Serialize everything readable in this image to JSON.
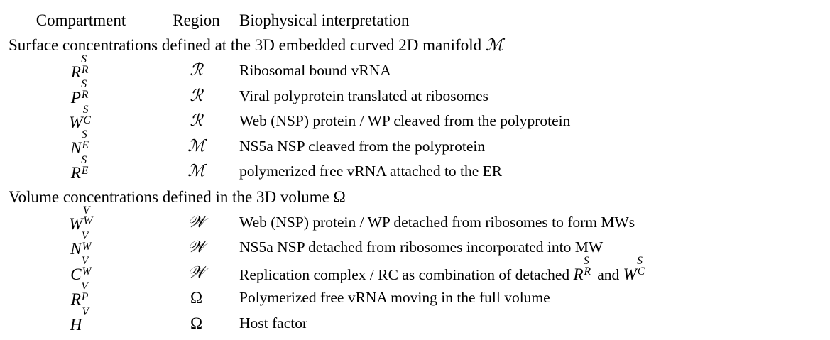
{
  "table": {
    "headers": {
      "compartment": "Compartment",
      "region": "Region",
      "interpretation": "Biophysical interpretation"
    },
    "sections": [
      {
        "title": "Surface concentrations defined at the 3D embedded curved 2D manifold ℳ",
        "title_text": "Surface concentrations defined at the 3D embedded curved 2D manifold",
        "title_symbol": "ℳ",
        "rows": [
          {
            "symbol_base": "R",
            "symbol_sup": "S",
            "symbol_sub": "R",
            "symbol_text": "R^S_R",
            "region": "ℛ",
            "region_name": "script-R",
            "description": "Ribosomal bound vRNA"
          },
          {
            "symbol_base": "P",
            "symbol_sup": "S",
            "symbol_sub": "R",
            "symbol_text": "P^S_R",
            "region": "ℛ",
            "region_name": "script-R",
            "description": "Viral polyprotein translated at ribosomes"
          },
          {
            "symbol_base": "W",
            "symbol_sup": "S",
            "symbol_sub": "C",
            "symbol_text": "W^S_C",
            "region": "ℛ",
            "region_name": "script-R",
            "description": "Web (NSP) protein / WP cleaved from the polyprotein"
          },
          {
            "symbol_base": "N",
            "symbol_sup": "S",
            "symbol_sub": "E",
            "symbol_text": "N^S_E",
            "region": "ℳ",
            "region_name": "script-M",
            "description": "NS5a NSP cleaved from the polyprotein"
          },
          {
            "symbol_base": "R",
            "symbol_sup": "S",
            "symbol_sub": "E",
            "symbol_text": "R^S_E",
            "region": "ℳ",
            "region_name": "script-M",
            "description": "polymerized free vRNA attached to the ER"
          }
        ]
      },
      {
        "title": "Volume concentrations defined in the 3D volume Ω",
        "title_text": "Volume concentrations defined in the 3D volume",
        "title_symbol": "Ω",
        "rows": [
          {
            "symbol_base": "W",
            "symbol_sup": "V",
            "symbol_sub": "W",
            "symbol_text": "W^V_W",
            "region": "𝒲",
            "region_name": "script-W",
            "description": "Web (NSP) protein / WP detached from ribosomes to form MWs"
          },
          {
            "symbol_base": "N",
            "symbol_sup": "V",
            "symbol_sub": "W",
            "symbol_text": "N^V_W",
            "region": "𝒲",
            "region_name": "script-W",
            "description": "NS5a NSP detached from ribosomes incorporated into MW"
          },
          {
            "symbol_base": "C",
            "symbol_sup": "V",
            "symbol_sub": "W",
            "symbol_text": "C^V_W",
            "region": "𝒲",
            "region_name": "script-W",
            "description_pre": "Replication complex / RC as combination of detached",
            "description_math_1": "R^S_R",
            "description_mid": "and",
            "description_math_2": "W^S_C",
            "description": "Replication complex / RC as combination of detached R^S_R and W^S_C"
          },
          {
            "symbol_base": "R",
            "symbol_sup": "V",
            "symbol_sub": "P",
            "symbol_text": "R^V_P",
            "region": "Ω",
            "region_name": "omega",
            "description": "Polymerized free vRNA moving in the full volume"
          },
          {
            "symbol_base": "H",
            "symbol_sup": "V",
            "symbol_sub": "",
            "symbol_text": "H^V",
            "region": "Ω",
            "region_name": "omega",
            "description": "Host factor"
          }
        ]
      }
    ]
  }
}
